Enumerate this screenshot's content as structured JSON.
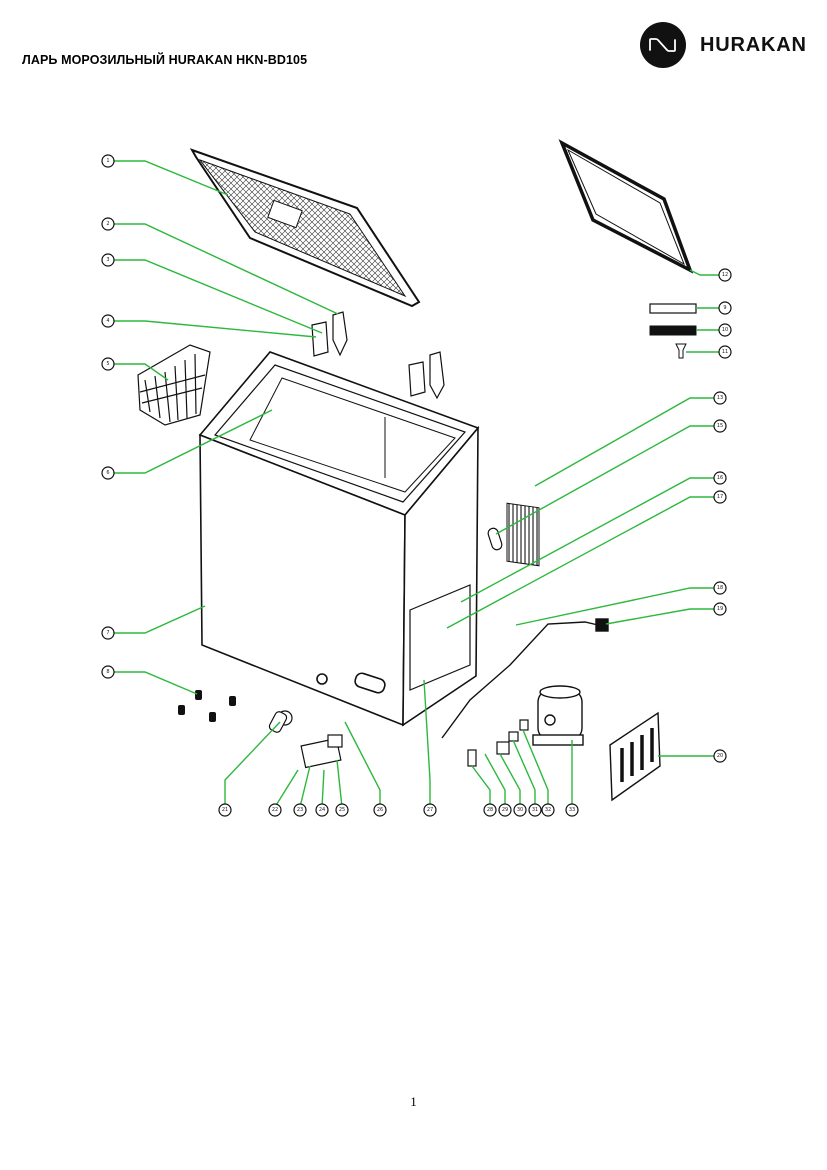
{
  "document": {
    "title": "ЛАРЬ МОРОЗИЛЬНЫЙ HURAKAN HKN-BD105",
    "page_number": "1"
  },
  "brand": {
    "name": "HURAKAN",
    "logo_icon": "hurakan-wave-logo-icon",
    "logo_color": "#111111"
  },
  "diagram": {
    "leader_color": "#2db83d",
    "line_color": "#111111",
    "callouts": [
      {
        "id": "lid",
        "text": "1"
      },
      {
        "id": "hinge-cover",
        "text": "2"
      },
      {
        "id": "hinge-left",
        "text": "3"
      },
      {
        "id": "hinge-bracket",
        "text": "4"
      },
      {
        "id": "basket",
        "text": "5"
      },
      {
        "id": "cabinet-light",
        "text": "6"
      },
      {
        "id": "cabinet-body",
        "text": "7"
      },
      {
        "id": "feet",
        "text": "8"
      },
      {
        "id": "gasket",
        "text": "12"
      },
      {
        "id": "label-plate-1",
        "text": "9"
      },
      {
        "id": "label-plate-2",
        "text": "10"
      },
      {
        "id": "screw",
        "text": "11"
      },
      {
        "id": "condenser",
        "text": "13"
      },
      {
        "id": "drain-plug",
        "text": "15"
      },
      {
        "id": "capillary-1",
        "text": "16"
      },
      {
        "id": "capillary-2",
        "text": "17"
      },
      {
        "id": "dryer-filter",
        "text": "18"
      },
      {
        "id": "power-cord",
        "text": "19"
      },
      {
        "id": "side-grille",
        "text": "20"
      },
      {
        "id": "b-drain",
        "text": "21"
      },
      {
        "id": "b-knob-1",
        "text": "22"
      },
      {
        "id": "b-knob-2",
        "text": "23"
      },
      {
        "id": "b-knob-3",
        "text": "24"
      },
      {
        "id": "b-knob-4",
        "text": "25"
      },
      {
        "id": "b-thermostat",
        "text": "26"
      },
      {
        "id": "b-pipe",
        "text": "27"
      },
      {
        "id": "b-capacitor",
        "text": "28"
      },
      {
        "id": "b-relay-1",
        "text": "29"
      },
      {
        "id": "b-relay-2",
        "text": "30"
      },
      {
        "id": "b-relay-3",
        "text": "31"
      },
      {
        "id": "b-relay-4",
        "text": "32"
      },
      {
        "id": "b-compressor",
        "text": "33"
      }
    ]
  }
}
